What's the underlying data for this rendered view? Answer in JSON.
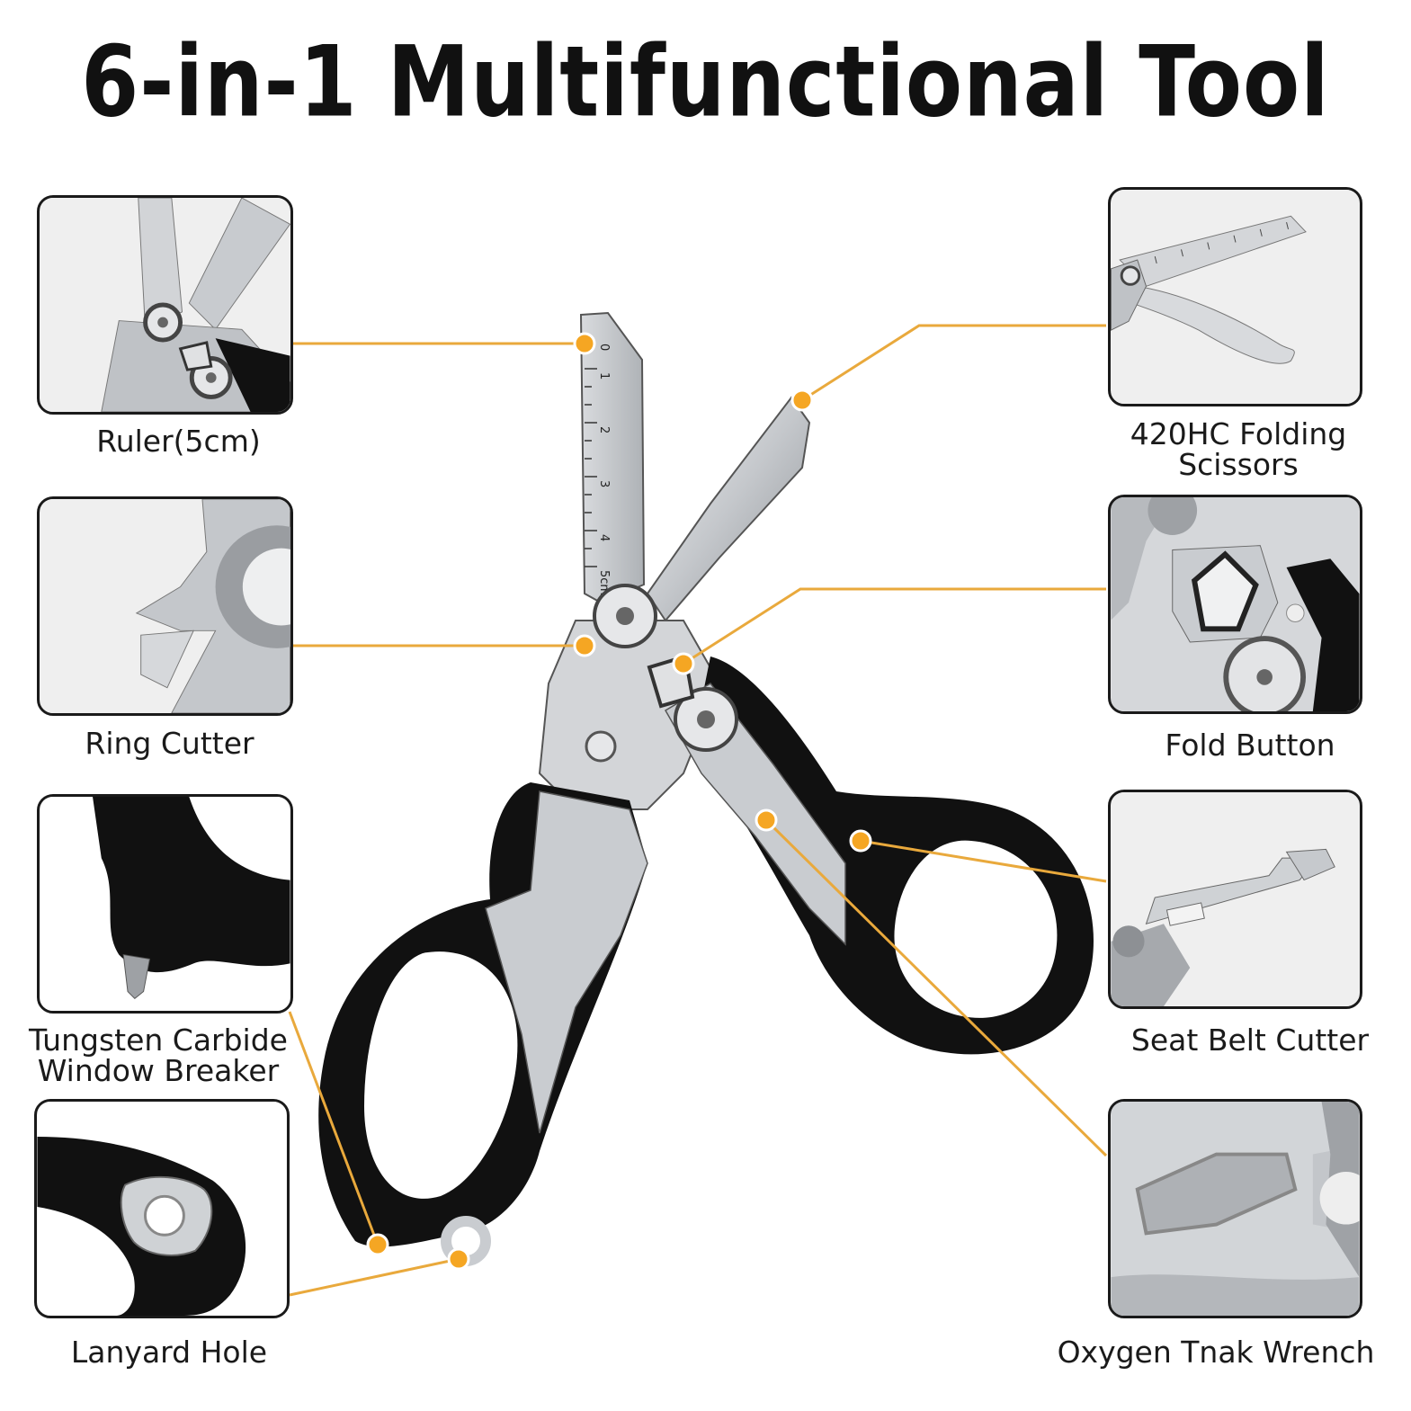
{
  "title": "6-in-1 Multifunctional Tool",
  "features": {
    "ruler": "Ruler(5cm)",
    "scissors_line1": "420HC Folding",
    "scissors_line2": "Scissors",
    "ring_cutter": "Ring Cutter",
    "fold_button": "Fold Button",
    "window_breaker_line1": "Tungsten Carbide",
    "window_breaker_line2": "Window Breaker",
    "seat_belt_cutter": "Seat Belt Cutter",
    "lanyard_hole": "Lanyard Hole",
    "oxygen_wrench": "Oxygen Tnak Wrench"
  },
  "ruler_marks": [
    "0",
    "1",
    "2",
    "3",
    "4",
    "5cm"
  ],
  "colors": {
    "accent": "#F5A623",
    "handle": "#111111",
    "steel": "#C9CCD0",
    "frame": "#1A1A1A"
  }
}
